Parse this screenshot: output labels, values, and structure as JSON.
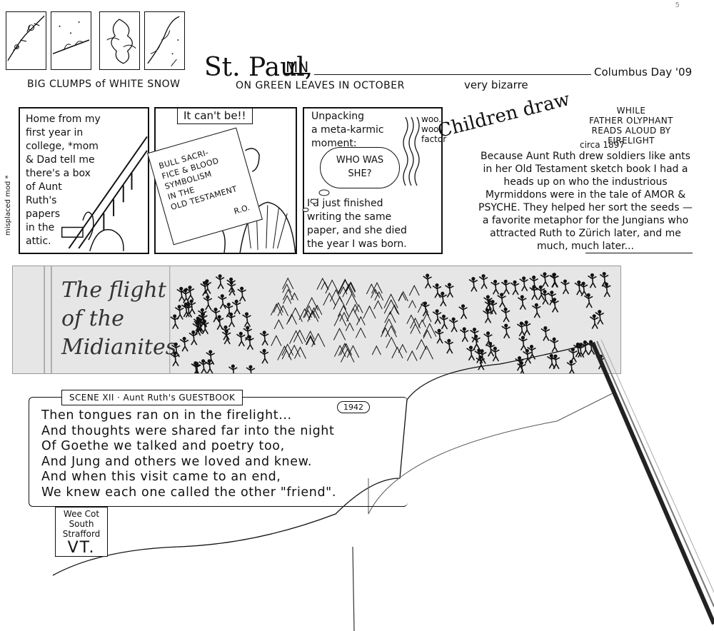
{
  "page_number": "5",
  "header": {
    "title": "St. Paul,",
    "title_state": "MN",
    "date": "Columbus Day '09",
    "snow_caption": "BIG CLUMPS of WHITE SNOW",
    "leaves_caption": "ON GREEN LEAVES IN OCTOBER",
    "bizarre_caption": "very bizarre"
  },
  "panels": {
    "p1": {
      "text": "Home from my\nfirst year in\ncollege, *mom\n& Dad tell me\nthere's a box\nof Aunt\nRuth's\npapers\nin the\nattic."
    },
    "p2": {
      "shout": "It can't be!!",
      "sign_text": "BULL SACRI-\nFICE & BLOOD\nSYMBOLISM\nIN THE\nOLD TESTAMENT",
      "sign_initials": "R.O."
    },
    "p3": {
      "heading": "Unpacking\na meta-karmic\nmoment:",
      "bubble": "WHO WAS\nSHE?",
      "woo": "woo.\nwoo\nfactor",
      "text": "I'd just finished\nwriting the same\npaper, and she died\nthe year I was born."
    },
    "p4": {
      "children": "Children draw",
      "while": "WHILE\nFATHER OLYPHANT\nREADS ALOUD BY FIRELIGHT",
      "circa": "circa 1897",
      "text": "Because Aunt Ruth drew soldiers like ants in her Old Testament sketch book I had a heads up on who the industrious Myrmiddons were in the tale of AMOR & PSYCHE. They helped her sort the seeds — a favorite metaphor for the Jungians who attracted Ruth to Zürich later, and me much, much later..."
    }
  },
  "side_note": "misplaced mod *",
  "banner": {
    "title": "The flight\nof the\nMidianites"
  },
  "guestbook": {
    "scene_label": "SCENE XII · Aunt Ruth's GUESTBOOK",
    "year": "1942",
    "poem": "Then tongues ran on in the firelight...\nAnd thoughts were shared far into the night\nOf Goethe we talked and poetry too,\nAnd Jung and others we loved and knew.\nAnd when this visit came to an end,\nWe knew each one called the other \"friend\".",
    "place_small": "Wee Cot\nSouth\nStrafford",
    "place_big": "VT."
  },
  "colors": {
    "ink": "#111111",
    "banner_gray": "#e6e6e6"
  }
}
